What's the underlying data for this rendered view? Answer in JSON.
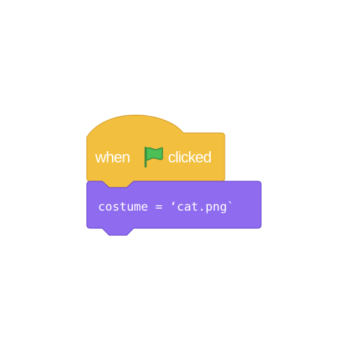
{
  "hat_block": {
    "when_text": "when",
    "flag_icon": "green-flag-icon",
    "clicked_text": "clicked",
    "fill_color": "#F2BF3E",
    "stroke_color": "#D9A22E"
  },
  "code_block": {
    "text": "costume = ‘cat.png`",
    "fill_color": "#8F6BF0",
    "stroke_color": "#6F4FD0"
  },
  "flag": {
    "fill_color": "#4CBF56",
    "stroke_color": "#3E8E3E"
  }
}
